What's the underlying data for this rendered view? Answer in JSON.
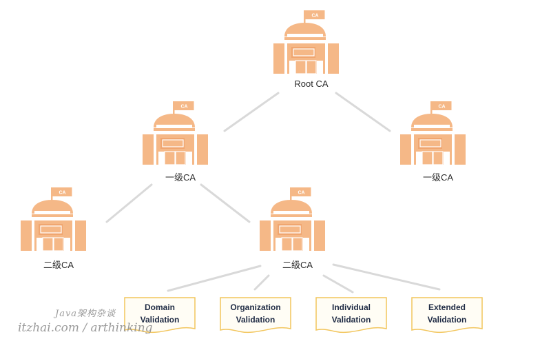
{
  "colors": {
    "building": "#f5b887",
    "building_dark": "#f0a670",
    "connector": "#d9d9d9",
    "doc_border": "#f2c55c",
    "doc_fill": "#fffdf5"
  },
  "icon": "ca-building-icon",
  "flag_text": "CA",
  "nodes": {
    "root": {
      "label": "Root CA"
    },
    "level1_left": {
      "label": "一级CA"
    },
    "level1_right": {
      "label": "一级CA"
    },
    "level2_left": {
      "label": "二级CA"
    },
    "level2_center": {
      "label": "二级CA"
    }
  },
  "validations": [
    {
      "line1": "Domain",
      "line2": "Validation"
    },
    {
      "line1": "Organization",
      "line2": "Validation"
    },
    {
      "line1": "Individual",
      "line2": "Validation"
    },
    {
      "line1": "Extended",
      "line2": "Validation"
    }
  ],
  "watermark": {
    "line1": "Java架构杂谈",
    "line2": "itzhai.com / arthinking"
  }
}
